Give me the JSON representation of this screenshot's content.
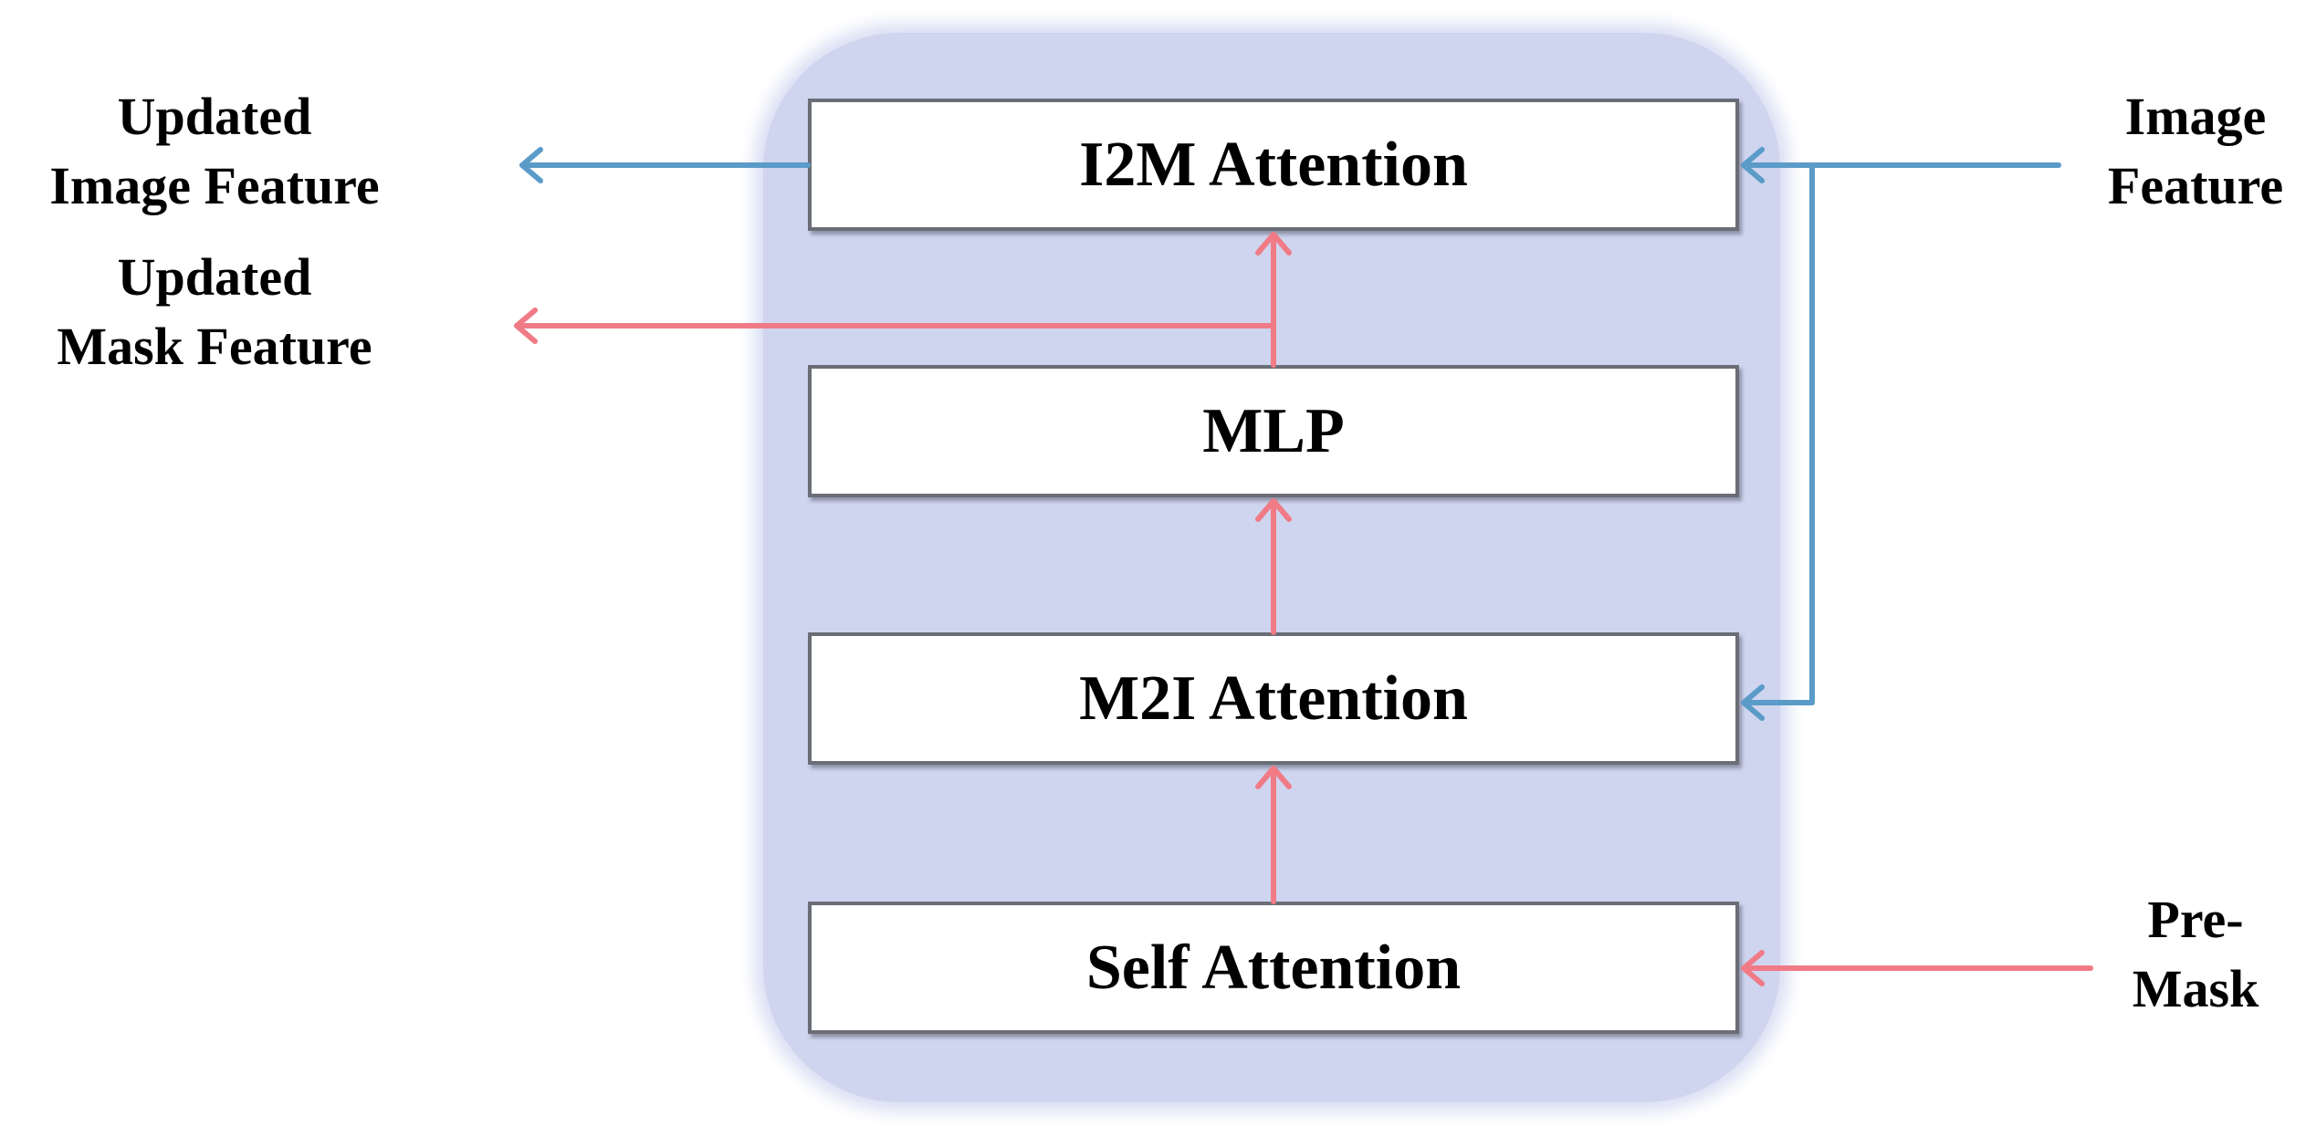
{
  "blocks": {
    "i2m_attention": "I2M Attention",
    "mlp": "MLP",
    "m2i_attention": "M2I Attention",
    "self_attention": "Self Attention"
  },
  "labels": {
    "updated_image_feature": [
      "Updated",
      "Image Feature"
    ],
    "updated_mask_feature": [
      "Updated",
      "Mask Feature"
    ],
    "image_feature": [
      "Image",
      "Feature"
    ],
    "pre_mask": [
      "Pre-",
      "Mask"
    ]
  },
  "colors": {
    "image_flow": "#5b9bc8",
    "mask_flow": "#f07b86",
    "container": "#cfd5ef"
  }
}
